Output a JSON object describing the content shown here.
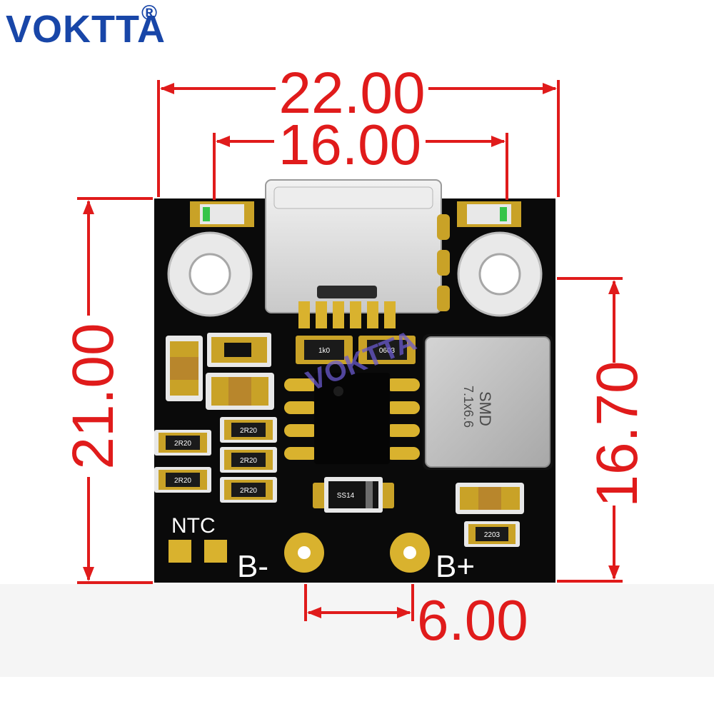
{
  "brand": {
    "name": "VOKTTA",
    "registered_mark": "®",
    "color": "#1846a8"
  },
  "dimensions": {
    "unit_color": "#e01b1b",
    "overall_width": "22.00",
    "connector_span": "16.00",
    "overall_height": "21.00",
    "side_height": "16.70",
    "pad_spacing": "6.00"
  },
  "board": {
    "color": "#0a0a0a",
    "silkscreen": {
      "ntc_label": "NTC",
      "b_minus_label": "B-",
      "b_plus_label": "B+"
    },
    "inductor_marking": [
      "SMD",
      "7.1x6.6"
    ],
    "watermark": "VOKTTA",
    "component_codes": {
      "r1": "1k0",
      "r2": "0603",
      "r3": "2R20",
      "r4": "2R20",
      "r5": "2R20",
      "r6": "2R20",
      "r7": "2R20",
      "r8": "2203",
      "diode": "SS14"
    }
  }
}
